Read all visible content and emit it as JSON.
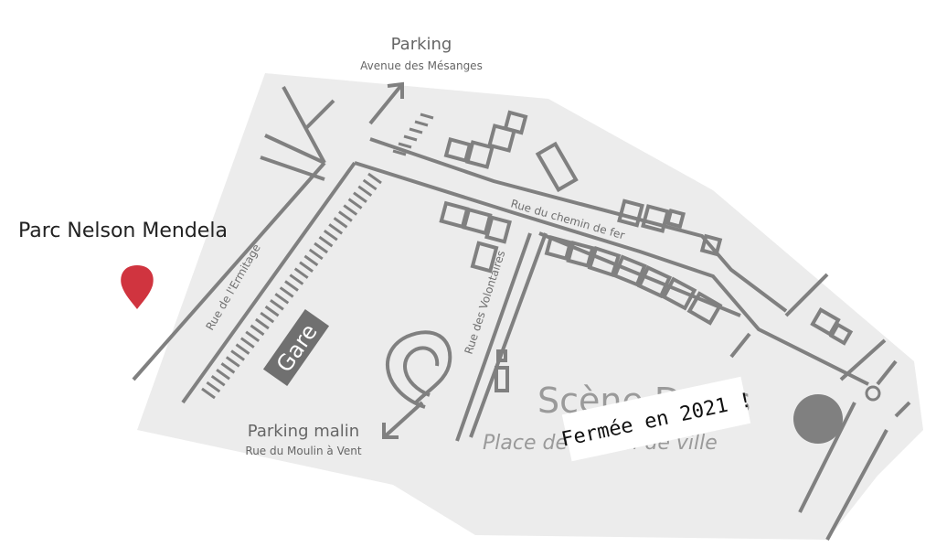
{
  "colors": {
    "area_fill": "#ececec",
    "road": "#808080",
    "pin": "#d0343f",
    "dot": "#808080",
    "gare_box": "#707070",
    "venue_text": "#9a9a9a",
    "banner_bg": "#ffffff",
    "banner_text": "#111111"
  },
  "park": {
    "label": "Parc Nelson Mendela",
    "marker_icon": "map-pin-icon"
  },
  "parking_north": {
    "title": "Parking",
    "subtitle": "Avenue des Mésanges",
    "arrow_icon": "arrow-up-right-icon"
  },
  "parking_south": {
    "title": "Parking malin",
    "subtitle": "Rue du Moulin à Vent",
    "arrow_icon": "arrow-down-left-icon"
  },
  "streets": {
    "ermitage": "Rue de l'Ermitage",
    "chemin_de_fer": "Rue du chemin de fer",
    "volontaires": "Rue des Volontaires"
  },
  "station": {
    "label": "Gare"
  },
  "venue": {
    "name": "Scène Davis",
    "place": "Place de l'Hôtel de ville",
    "marker_icon": "venue-dot-icon"
  },
  "notice": {
    "text": "Fermée en 2021 !"
  }
}
